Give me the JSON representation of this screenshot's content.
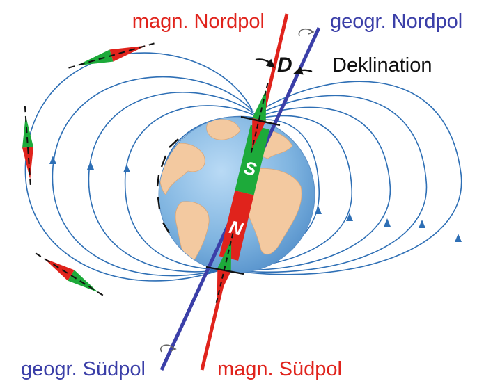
{
  "labels": {
    "magnetic_north": "magn. Nordpol",
    "geographic_north": "geogr. Nordpol",
    "declination_letter": "D",
    "declination": "Deklination",
    "geographic_south": "geogr. Südpol",
    "magnetic_south": "magn. Südpol",
    "magnet_top": "S",
    "magnet_bottom": "N"
  },
  "colors": {
    "magnetic_axis": "#e0231c",
    "geographic_axis": "#3b3fa8",
    "field_lines": "#2e6fb5",
    "needle_green": "#1daa3a",
    "needle_red": "#e0231c",
    "ocean": "#7fb4e0",
    "land": "#f3c9a0"
  },
  "icons": [
    "rotation-arrow-icon",
    "declination-arrow-icon"
  ]
}
